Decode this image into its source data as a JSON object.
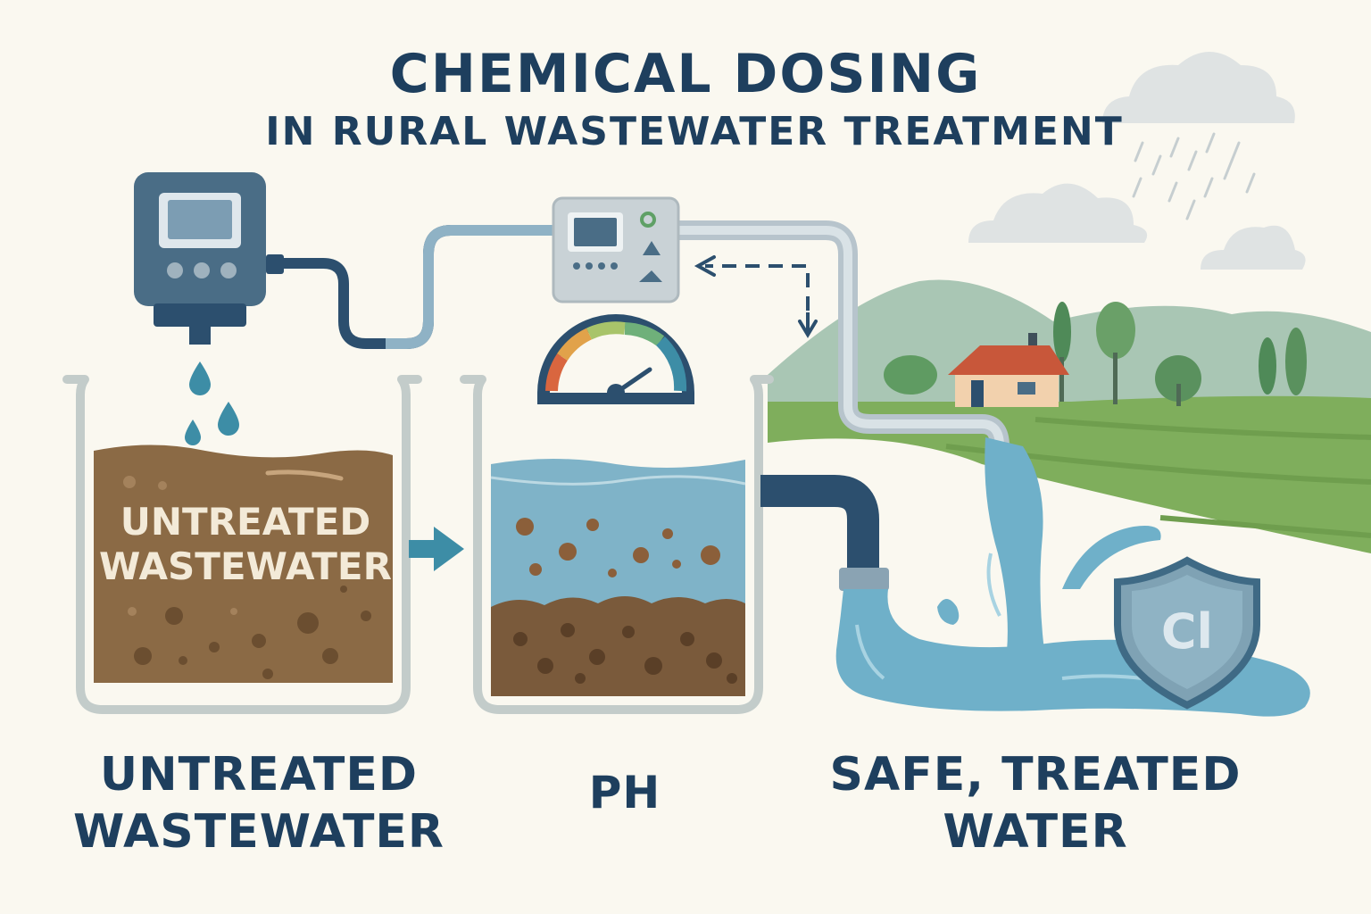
{
  "title": {
    "main": "CHEMICAL DOSING",
    "sub": "IN RURAL WASTEWATER TREATMENT"
  },
  "tank_label": {
    "line1": "UNTREATED",
    "line2": "WASTEWATER"
  },
  "labels": {
    "untreated": {
      "line1": "UNTREATED",
      "line2": "WASTEWATER"
    },
    "ph": "PH",
    "safe": {
      "line1": "SAFE, TREATED",
      "line2": "WATER"
    }
  },
  "shield_text": "Cl",
  "colors": {
    "title": "#1e3f5e",
    "wastewater": "#8b6a45",
    "clean_water": "#7fb3c8",
    "pipe": "#2c4f6e",
    "field": "#7fae5c",
    "roof": "#c8573a"
  },
  "icons": [
    "dosing-pump-icon",
    "controller-icon",
    "ph-gauge-icon",
    "shield-icon",
    "house-icon",
    "cloud-icon",
    "tree-icon"
  ]
}
